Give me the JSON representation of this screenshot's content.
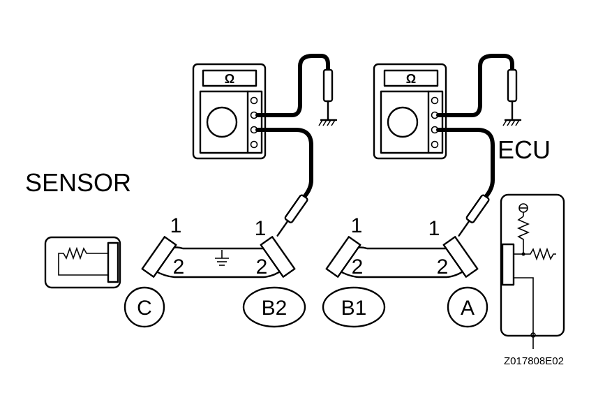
{
  "labels": {
    "sensor": "SENSOR",
    "ecu": "ECU",
    "figure_code": "Z017808E02"
  },
  "connectors": {
    "c": "C",
    "b2": "B2",
    "b1": "B1",
    "a": "A"
  },
  "pins": {
    "one": "1",
    "two": "2"
  },
  "meters": {
    "unit_symbol": "Ω"
  }
}
